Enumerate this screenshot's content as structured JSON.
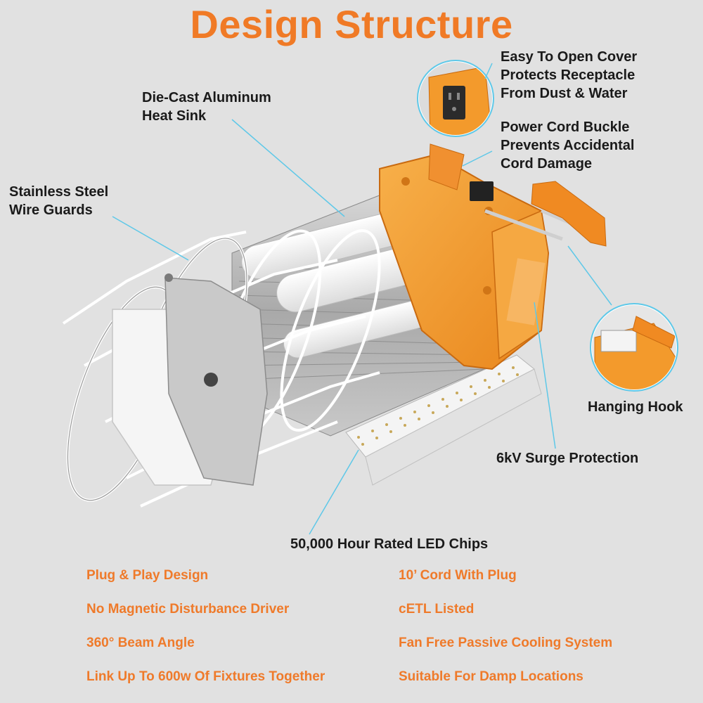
{
  "title": "Design Structure",
  "callouts": {
    "heat_sink": [
      "Die-Cast Aluminum",
      "Heat Sink"
    ],
    "wire_guards": [
      "Stainless Steel",
      "Wire Guards"
    ],
    "cover": [
      "Easy To Open Cover",
      "Protects Receptacle",
      "From Dust & Water"
    ],
    "buckle": [
      "Power Cord Buckle",
      "Prevents Accidental",
      "Cord Damage"
    ],
    "hook": "Hanging Hook",
    "surge": "6kV Surge Protection",
    "chips": "50,000 Hour Rated LED Chips"
  },
  "features_left": [
    "Plug & Play Design",
    "No Magnetic Disturbance Driver",
    "360° Beam Angle",
    "Link Up To 600w Of Fixtures Together"
  ],
  "features_right": [
    "10’ Cord With Plug",
    "cETL Listed",
    "Fan Free Passive Cooling System",
    "Suitable For Damp Locations"
  ],
  "colors": {
    "accent": "#f07a26",
    "housing": "#f39a2c",
    "leader": "#5ec8e8"
  }
}
